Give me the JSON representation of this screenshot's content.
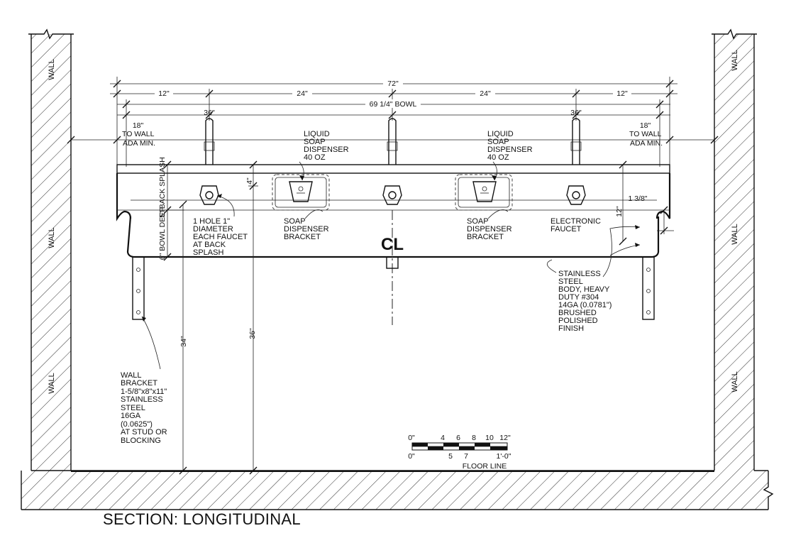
{
  "title": "SECTION: LONGITUDINAL",
  "walls": {
    "label": "WALL"
  },
  "dimensions": {
    "overall": "72\"",
    "seg_12_left": "12\"",
    "seg_24_left": "24\"",
    "seg_24_right": "24\"",
    "seg_12_right": "12\"",
    "bowl": "69 1/4\" BOWL",
    "spacing_36_left": "36\"",
    "spacing_36_right": "36\"",
    "to_wall_left": [
      "18\"",
      "TO WALL",
      "ADA MIN."
    ],
    "to_wall_right": [
      "18\"",
      "TO WALL",
      "ADA MIN."
    ],
    "backsplash": "5\" BACK SPLASH",
    "bowl_deep": "6\" BOWL DEEP",
    "four": "4\"",
    "twelve": "12\"",
    "one_three_eighths": "1 3/8\"",
    "height_34": "34\"",
    "height_36": "36\""
  },
  "notes": {
    "soap_left": [
      "LIQUID",
      "SOAP",
      "DISPENSER",
      "40 OZ"
    ],
    "soap_right": [
      "LIQUID",
      "SOAP",
      "DISPENSER",
      "40 OZ"
    ],
    "bracket_left": [
      "SOAP",
      "DISPENSER",
      "BRACKET"
    ],
    "bracket_right": [
      "SOAP",
      "DISPENSER",
      "BRACKET"
    ],
    "hole": [
      "1 HOLE 1\"",
      "DIAMETER",
      "EACH FAUCET",
      "AT BACK",
      "SPLASH"
    ],
    "faucet": [
      "ELECTRONIC",
      "FAUCET"
    ],
    "body": [
      "STAINLESS",
      "STEEL",
      "BODY, HEAVY",
      "DUTY #304",
      "14GA (0.0781\")",
      "BRUSHED",
      "POLISHED",
      "FINISH"
    ],
    "wall_bracket": [
      "WALL",
      "BRACKET",
      "1-5/8\"x8\"x11\"",
      "STAINLESS",
      "STEEL",
      "16GA",
      "(0.0625\")",
      "AT STUD OR",
      "BLOCKING"
    ]
  },
  "centerline": "CL",
  "scale": {
    "top_labels": [
      "0\"",
      "4",
      "6",
      "8",
      "10",
      "12\""
    ],
    "bottom_labels": [
      "0\"",
      "5",
      "7",
      "1'-0\""
    ],
    "floor": "FLOOR LINE"
  }
}
